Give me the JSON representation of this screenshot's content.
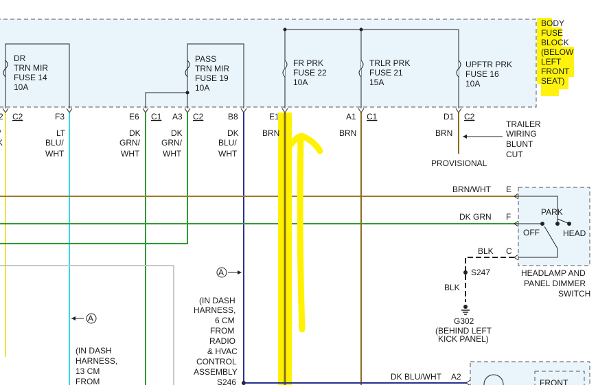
{
  "fuse_block": {
    "title_lines": [
      "BODY",
      "FUSE",
      "BLOCK",
      "(BELOW",
      "LEFT",
      "FRONT",
      "SEAT)"
    ],
    "fuses": [
      {
        "lines": [
          "DR",
          "TRN MIR",
          "FUSE 14",
          "10A"
        ]
      },
      {
        "lines": [
          "PASS",
          "TRN MIR",
          "FUSE 19",
          "10A"
        ]
      },
      {
        "lines": [
          "FR PRK",
          "FUSE 22",
          "10A"
        ]
      },
      {
        "lines": [
          "TRLR PRK",
          "FUSE 21",
          "15A"
        ]
      },
      {
        "lines": [
          "UPFTR PRK",
          "FUSE 16",
          "10A"
        ]
      }
    ]
  },
  "pins": [
    {
      "pin": "2",
      "connector": "C2"
    },
    {
      "pin": "F3",
      "connector": ""
    },
    {
      "pin": "E6",
      "connector": "C1"
    },
    {
      "pin": "A3",
      "connector": "C2"
    },
    {
      "pin": "B8",
      "connector": ""
    },
    {
      "pin": "E1",
      "connector": ""
    },
    {
      "pin": "A1",
      "connector": "C1"
    },
    {
      "pin": "D1",
      "connector": "C2"
    }
  ],
  "wire_colors": {
    "edge_partial": [
      "/",
      "K"
    ],
    "f3": [
      "LT",
      "BLU/",
      "WHT"
    ],
    "e6": [
      "DK",
      "GRN/",
      "WHT"
    ],
    "a3": [
      "DK",
      "GRN/",
      "WHT"
    ],
    "b8": [
      "DK",
      "BLU/",
      "WHT"
    ],
    "e1": "BRN",
    "a1": "BRN",
    "d1": "BRN"
  },
  "provisional": "PROVISIONAL",
  "trailer_note": [
    "TRAILER",
    "WIRING",
    "BLUNT",
    "CUT"
  ],
  "switch": {
    "wires": [
      {
        "color": "BRN/WHT",
        "pin": "E"
      },
      {
        "color": "DK GRN",
        "pin": "F"
      },
      {
        "color": "BLK",
        "pin": "C"
      }
    ],
    "positions": [
      "PARK",
      "OFF",
      "HEAD"
    ],
    "name_lines": [
      "HEADLAMP AND",
      "PANEL DIMMER",
      "SWITCH"
    ]
  },
  "ground": {
    "splice": "S247",
    "wire": "BLK",
    "id": "G302",
    "location_lines": [
      "(BEHIND LEFT",
      "KICK PANEL)"
    ]
  },
  "harness_notes": {
    "marker": "A",
    "note1": [
      "(IN DASH",
      "HARNESS,",
      "6 CM",
      "FROM",
      "RADIO",
      "& HVAC",
      "CONTROL",
      "ASSEMBLY"
    ],
    "note2": [
      "(IN DASH",
      "HARNESS,",
      "13 CM",
      "FROM"
    ]
  },
  "splice_s246": "S246",
  "bottom_wire": {
    "color": "DK BLU/WHT",
    "pin": "A2"
  },
  "front_box_label": "FRONT",
  "colors": {
    "box_fill": "#e9f4fb",
    "highlight": "#fff200",
    "brn": "#8a6d1c",
    "brn_wht": "#9a7a28",
    "green": "#2f9a2f",
    "cyan": "#39d4e6",
    "blue": "#27318a",
    "yellow_wire": "#f0e33a",
    "grey": "#c8c8c8"
  }
}
